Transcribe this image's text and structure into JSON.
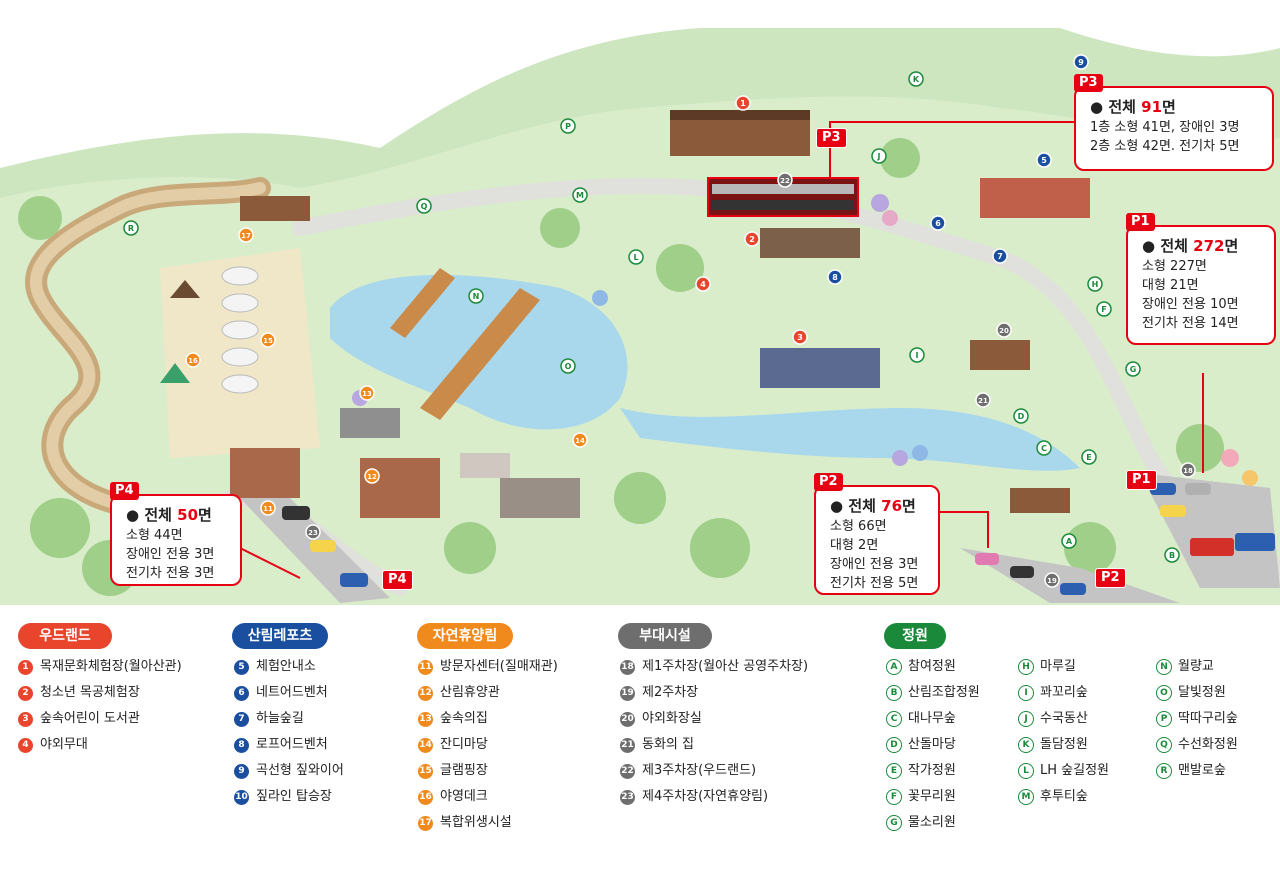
{
  "colors": {
    "woodland": "#e8452c",
    "forest_sports": "#1a4fa0",
    "recreation": "#f08a1c",
    "facility": "#6e6e6e",
    "garden": "#1a8a3a",
    "parking": "#e60012"
  },
  "map": {
    "markers": [
      "1",
      "2",
      "3",
      "4",
      "5",
      "6",
      "7",
      "8",
      "9",
      "11",
      "12",
      "13",
      "14",
      "15",
      "16",
      "17",
      "18",
      "19",
      "20",
      "21",
      "22",
      "23",
      "A",
      "B",
      "C",
      "D",
      "E",
      "F",
      "G",
      "H",
      "I",
      "J",
      "K",
      "L",
      "M",
      "N",
      "O",
      "P",
      "Q",
      "R"
    ],
    "parking_labels": {
      "p1": "P1",
      "p2": "P2",
      "p3": "P3",
      "p4": "P4"
    }
  },
  "parking": {
    "p3": {
      "tag": "P3",
      "prefix": "전체 ",
      "num": "91",
      "suffix": "면",
      "lines": [
        "1층 소형 41면, 장애인 3명",
        "2층 소형 42면. 전기차 5면"
      ]
    },
    "p1": {
      "tag": "P1",
      "prefix": "전체 ",
      "num": "272",
      "suffix": "면",
      "lines": [
        "소형 227면",
        "대형 21면",
        "장애인 전용 10면",
        "전기차 전용 14면"
      ]
    },
    "p2": {
      "tag": "P2",
      "prefix": "전체 ",
      "num": "76",
      "suffix": "면",
      "lines": [
        "소형 66면",
        "대형 2면",
        "장애인 전용 3면",
        "전기차 전용 5면"
      ]
    },
    "p4": {
      "tag": "P4",
      "prefix": "전체 ",
      "num": "50",
      "suffix": "면",
      "lines": [
        "소형 44면",
        "장애인 전용 3면",
        "전기차 전용 3면"
      ]
    }
  },
  "legend": {
    "woodland": {
      "title": "우드랜드",
      "items": [
        {
          "n": "1",
          "label": "목재문화체험장(월아산관)"
        },
        {
          "n": "2",
          "label": "청소년 목공체험장"
        },
        {
          "n": "3",
          "label": "숲속어린이 도서관"
        },
        {
          "n": "4",
          "label": "야외무대"
        }
      ]
    },
    "forest_sports": {
      "title": "산림레포츠",
      "items": [
        {
          "n": "5",
          "label": "체험안내소"
        },
        {
          "n": "6",
          "label": "네트어드벤처"
        },
        {
          "n": "7",
          "label": "하늘숲길"
        },
        {
          "n": "8",
          "label": "로프어드벤처"
        },
        {
          "n": "9",
          "label": "곡선형 짚와이어"
        },
        {
          "n": "10",
          "label": "짚라인 탑승장"
        }
      ]
    },
    "recreation": {
      "title": "자연휴양림",
      "items": [
        {
          "n": "11",
          "label": "방문자센터(질매재관)"
        },
        {
          "n": "12",
          "label": "산림휴양관"
        },
        {
          "n": "13",
          "label": "숲속의집"
        },
        {
          "n": "14",
          "label": "잔디마당"
        },
        {
          "n": "15",
          "label": "글램핑장"
        },
        {
          "n": "16",
          "label": "야영데크"
        },
        {
          "n": "17",
          "label": "복합위생시설"
        }
      ]
    },
    "facility": {
      "title": "부대시설",
      "items": [
        {
          "n": "18",
          "label": "제1주차장(월아산 공영주차장)"
        },
        {
          "n": "19",
          "label": "제2주차장"
        },
        {
          "n": "20",
          "label": "야외화장실"
        },
        {
          "n": "21",
          "label": "동화의 집"
        },
        {
          "n": "22",
          "label": "제3주차장(우드랜드)"
        },
        {
          "n": "23",
          "label": "제4주차장(자연휴양림)"
        }
      ]
    },
    "garden": {
      "title": "정원",
      "col1": [
        {
          "n": "A",
          "label": "참여정원"
        },
        {
          "n": "B",
          "label": "산림조합정원"
        },
        {
          "n": "C",
          "label": "대나무숲"
        },
        {
          "n": "D",
          "label": "산돌마당"
        },
        {
          "n": "E",
          "label": "작가정원"
        },
        {
          "n": "F",
          "label": "꽃무리원"
        },
        {
          "n": "G",
          "label": "물소리원"
        }
      ],
      "col2": [
        {
          "n": "H",
          "label": "마루길"
        },
        {
          "n": "I",
          "label": "꽈꼬리숲"
        },
        {
          "n": "J",
          "label": "수국동산"
        },
        {
          "n": "K",
          "label": "돌담정원"
        },
        {
          "n": "L",
          "label": "LH 숲길정원"
        },
        {
          "n": "M",
          "label": "후투티숲"
        }
      ],
      "col3": [
        {
          "n": "N",
          "label": "월량교"
        },
        {
          "n": "O",
          "label": "달빛정원"
        },
        {
          "n": "P",
          "label": "딱따구리숲"
        },
        {
          "n": "Q",
          "label": "수선화정원"
        },
        {
          "n": "R",
          "label": "맨발로숲"
        }
      ]
    }
  }
}
